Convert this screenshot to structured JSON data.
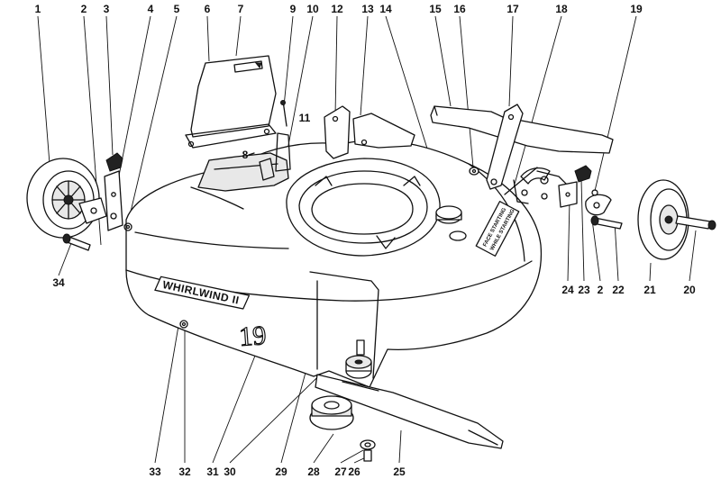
{
  "diagram": {
    "brand_label": "WHIRLWIND II",
    "model_number": "19",
    "decal_lines": [
      "FACE STARTING",
      "WHILE STARTING"
    ],
    "part_callouts": [
      "1",
      "2",
      "3",
      "4",
      "5",
      "6",
      "7",
      "8",
      "9",
      "10",
      "11",
      "12",
      "13",
      "14",
      "15",
      "16",
      "17",
      "18",
      "19",
      "20",
      "21",
      "22",
      "23",
      "24",
      "25",
      "26",
      "27",
      "28",
      "29",
      "30",
      "31",
      "32",
      "33",
      "34"
    ]
  }
}
